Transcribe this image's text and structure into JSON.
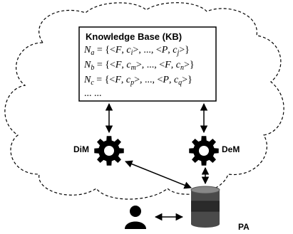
{
  "kb": {
    "title": "Knowledge Base (KB)",
    "rows": [
      {
        "name": "N",
        "name_sub": "a",
        "pairs": [
          [
            "F",
            "c",
            "i"
          ],
          [
            "P",
            "c",
            "j"
          ]
        ]
      },
      {
        "name": "N",
        "name_sub": "b",
        "pairs": [
          [
            "F",
            "c",
            "m"
          ],
          [
            "F",
            "c",
            "n"
          ]
        ]
      },
      {
        "name": "N",
        "name_sub": "c",
        "pairs": [
          [
            "F",
            "c",
            "p"
          ],
          [
            "P",
            "c",
            "q"
          ]
        ]
      }
    ],
    "ellipsis": "... ..."
  },
  "components": {
    "dim_label": "DiM",
    "dem_label": "DeM",
    "pa_label": "PA"
  },
  "icons": {
    "dim": "gear-icon",
    "dem": "gear-icon",
    "pa": "database-icon",
    "user": "user-icon"
  }
}
